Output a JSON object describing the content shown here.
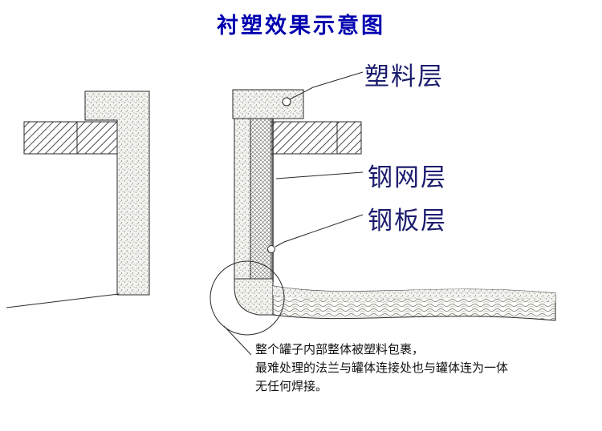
{
  "title": "衬塑效果示意图",
  "labels": {
    "plastic": "塑料层",
    "mesh": "钢网层",
    "plate": "钢板层"
  },
  "annotation": {
    "line1": "整个罐子内部整体被塑料包裹，",
    "line2": "最难处理的法兰与罐体连接处也与罐体连为一体",
    "line3": "无任何焊接。"
  },
  "colors": {
    "title": "#0000b0",
    "label": "#1b1b6e",
    "line": "#2a2a2a",
    "background": "#ffffff"
  }
}
